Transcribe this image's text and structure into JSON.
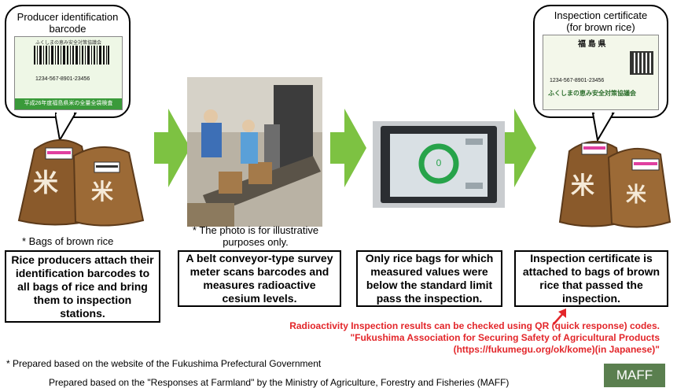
{
  "callouts": {
    "producer_barcode": "Producer identification\nbarcode",
    "certificate": "Inspection certificate\n(for brown rice)"
  },
  "label_text": {
    "producer_label_header": "ふくしまの恵み安全対策協議会",
    "producer_label_number": "1234-567-8901-23456",
    "producer_label_footer": "平成26年度福島県米の全量全袋検査",
    "cert_label_pref": "福 島 県",
    "cert_label_number": "1234-567-8901-23456",
    "cert_label_assoc": "ふくしまの恵み安全対策協議会"
  },
  "captions": {
    "bags": "* Bags of brown rice",
    "photo": "* The photo is for illustrative\npurposes only."
  },
  "steps": [
    "Rice producers attach their identification barcodes to all bags of rice and bring them to inspection stations.",
    "A belt conveyor-type survey meter scans barcodes and measures radioactive cesium levels.",
    "Only rice bags for which measured values were below the standard limit pass the inspection.",
    "Inspection certificate is attached to bags of brown rice that passed the inspection."
  ],
  "screen_value": "0",
  "red_note": [
    "Radioactivity Inspection results can be checked using QR (quick response) codes.",
    "\"Fukushima Association for Securing Safety of Agricultural Products",
    "(https://fukumegu.org/ok/kome)(in Japanese)\""
  ],
  "footnotes": {
    "prepared_fukushima": "* Prepared based on the website of the Fukushima Prefectural Government",
    "prepared_maff": "Prepared based on the \"Responses at Farmland\" by the Ministry of Agriculture, Forestry and Fisheries (MAFF)"
  },
  "badge": "MAFF",
  "colors": {
    "arrow_green": "#7dc242",
    "red_text": "#e3262a",
    "maff_badge": "#5a7f4f",
    "bag_brown": "#8a5a2b"
  }
}
